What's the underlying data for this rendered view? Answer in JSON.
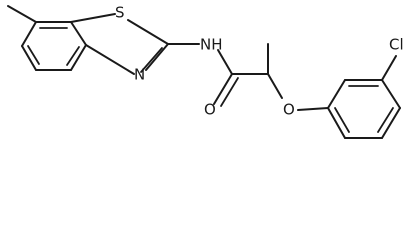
{
  "structure": {
    "atoms": {
      "sulfur": "S",
      "thiazole_nitrogen": "N",
      "amide_nh": "NH",
      "carbonyl_oxygen": "O",
      "ether_oxygen": "O",
      "chlorine": "Cl"
    }
  }
}
